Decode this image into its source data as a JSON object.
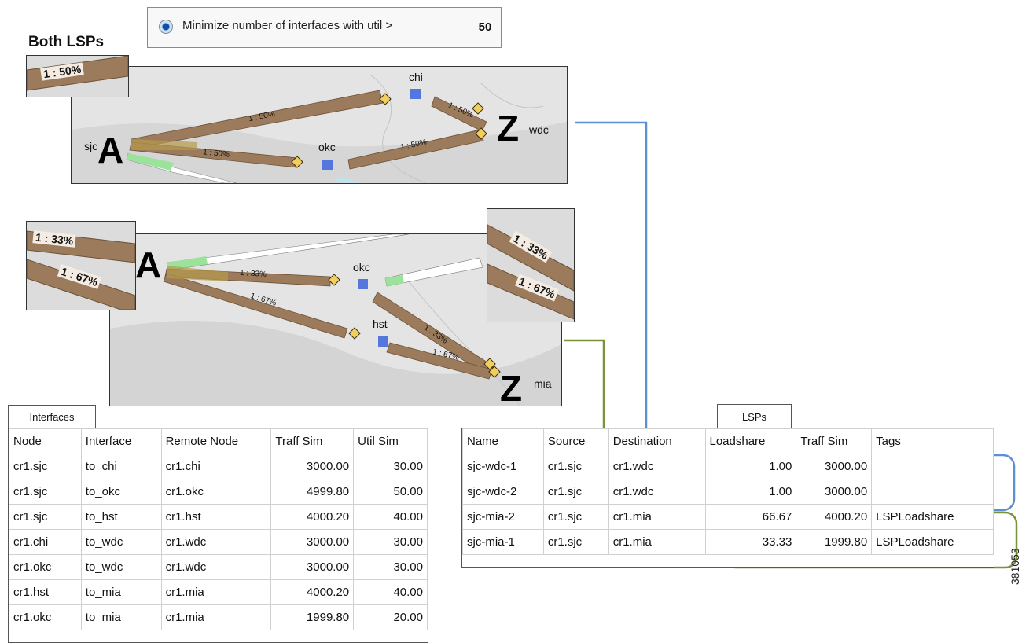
{
  "option": {
    "label": "Minimize number of interfaces with util >",
    "value": "50"
  },
  "section_title": "Both LSPs",
  "top_map": {
    "nodes": {
      "sjc": "sjc",
      "chi": "chi",
      "okc": "okc",
      "wdc": "wdc"
    },
    "endpoints": {
      "a": "A",
      "z": "Z"
    },
    "link_labels": [
      "1 : 50%",
      "1 : 50%",
      "1 : 50%",
      "1 : 50%"
    ],
    "inset_label": "1 : 50%"
  },
  "bottom_map": {
    "nodes": {
      "okc": "okc",
      "hst": "hst",
      "mia": "mia"
    },
    "endpoints": {
      "a": "A",
      "z": "Z"
    },
    "link_labels": [
      "1 : 33%",
      "1 : 67%",
      "1 : 33%",
      "1 : 67%"
    ],
    "inset_left": [
      "1 : 33%",
      "1 : 67%"
    ],
    "inset_right": [
      "1 : 33%",
      "1 : 67%"
    ]
  },
  "interfaces": {
    "tab": "Interfaces",
    "columns": [
      "Node",
      "Interface",
      "Remote Node",
      "Traff Sim",
      "Util Sim"
    ],
    "rows": [
      [
        "cr1.sjc",
        "to_chi",
        "cr1.chi",
        "3000.00",
        "30.00"
      ],
      [
        "cr1.sjc",
        "to_okc",
        "cr1.okc",
        "4999.80",
        "50.00"
      ],
      [
        "cr1.sjc",
        "to_hst",
        "cr1.hst",
        "4000.20",
        "40.00"
      ],
      [
        "cr1.chi",
        "to_wdc",
        "cr1.wdc",
        "3000.00",
        "30.00"
      ],
      [
        "cr1.okc",
        "to_wdc",
        "cr1.wdc",
        "3000.00",
        "30.00"
      ],
      [
        "cr1.hst",
        "to_mia",
        "cr1.mia",
        "4000.20",
        "40.00"
      ],
      [
        "cr1.okc",
        "to_mia",
        "cr1.mia",
        "1999.80",
        "20.00"
      ]
    ]
  },
  "lsps": {
    "tab": "LSPs",
    "columns": [
      "Name",
      "Source",
      "Destination",
      "Loadshare",
      "Traff Sim",
      "Tags"
    ],
    "rows": [
      [
        "sjc-wdc-1",
        "cr1.sjc",
        "cr1.wdc",
        "1.00",
        "3000.00",
        ""
      ],
      [
        "sjc-wdc-2",
        "cr1.sjc",
        "cr1.wdc",
        "1.00",
        "3000.00",
        ""
      ],
      [
        "sjc-mia-2",
        "cr1.sjc",
        "cr1.mia",
        "66.67",
        "4000.20",
        "LSPLoadshare"
      ],
      [
        "sjc-mia-1",
        "cr1.sjc",
        "cr1.mia",
        "33.33",
        "1999.80",
        "LSPLoadshare"
      ]
    ]
  },
  "colors": {
    "blue_callout": "#5b8fd4",
    "green_callout": "#78933a",
    "link_brown": "#9b7b5c",
    "node_blue": "#5577dd"
  },
  "figure_number": "381053"
}
